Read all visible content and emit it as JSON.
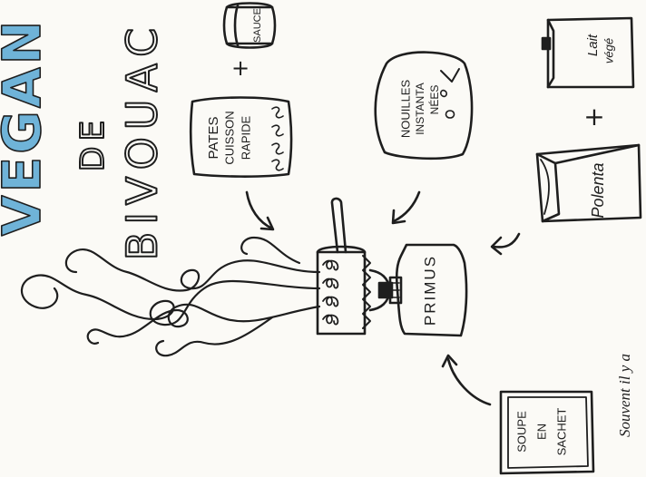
{
  "title": {
    "vegan": "VEGAN",
    "de": "DE",
    "bivouac": "BIVOUAC"
  },
  "items": {
    "pates": [
      "PATES",
      "CUISSON",
      "RAPIDE"
    ],
    "nouilles": [
      "NOUILLES",
      "INSTANTA",
      "NÉES"
    ],
    "polenta": "Polenta",
    "lait": [
      "Lait",
      "végé"
    ],
    "soupe": [
      "SOUPE",
      "EN",
      "SACHET"
    ],
    "primus": "PRIMUS",
    "sauce": "SAUCE"
  },
  "symbols": {
    "plus": "+"
  },
  "footnote": "Souvent il y a",
  "colors": {
    "ink": "#1e1e1e",
    "vegan_fill": "#6fb3d8",
    "paper": "#fbfaf6"
  }
}
